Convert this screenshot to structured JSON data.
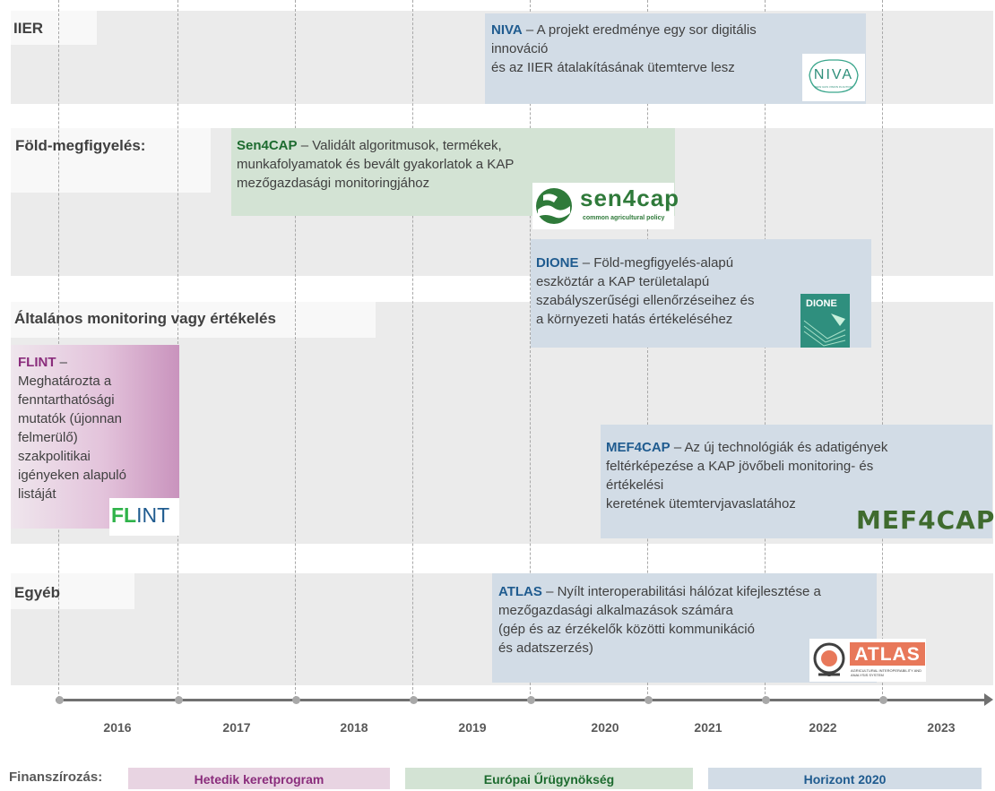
{
  "rows": {
    "iier": "IIER",
    "earth_observation": "Föld-megfigyelés:",
    "general_monitoring": "Általános monitoring vagy értékelés",
    "other": "Egyéb"
  },
  "timeline": {
    "years": [
      "2016",
      "2017",
      "2018",
      "2019",
      "2020",
      "2021",
      "2022",
      "2023"
    ]
  },
  "projects": {
    "niva": {
      "name": "NIVA",
      "lines": [
        "– A projekt eredménye egy sor digitális",
        "innováció",
        "és az IIER átalakításának ütemterve lesz"
      ],
      "logo_text": "NIVA",
      "logo_subtext": "NEW IACS VISION IN ACTION"
    },
    "sen4cap": {
      "name": "Sen4CAP",
      "lines": [
        "– Validált algoritmusok, termékek,",
        "munkafolyamatok és bevált gyakorlatok a KAP",
        "mezőgazdasági monitoringjához"
      ],
      "logo_text": "sen4cap",
      "logo_subtext": "common agricultural policy"
    },
    "dione": {
      "name": "DIONE",
      "lines": [
        "– Föld-megfigyelés-alapú",
        "eszköztár a KAP területalapú",
        "szabályszerűségi ellenőrzéseihez és",
        "a környezeti hatás értékeléséhez"
      ],
      "logo_text": "DIONE"
    },
    "flint": {
      "name": "FLINT",
      "lines": [
        "–",
        "Meghatározta a",
        "fenntarthatósági",
        "mutatók (újonnan",
        "felmerülő)",
        "szakpolitikai",
        "igényeken alapuló",
        "listáját"
      ],
      "logo_text_a": "FL",
      "logo_text_b": "INT"
    },
    "mef4cap": {
      "name": "MEF4CAP",
      "lines": [
        "– Az új technológiák és adatigények",
        "feltérképezése a KAP jövőbeli monitoring- és",
        "értékelési",
        "keretének ütemtervjavaslatához"
      ],
      "logo_text": "MEF4CAP"
    },
    "atlas": {
      "name": "ATLAS",
      "lines": [
        "– Nyílt interoperabilitási hálózat kifejlesztése a",
        "mezőgazdasági alkalmazások számára",
        "(gép és az érzékelők közötti kommunikáció",
        "és adatszerzés)"
      ],
      "logo_text": "ATLAS",
      "logo_subtext": "AGRICULTURAL INTEROPERABILITY AND ANALYSIS SYSTEM"
    }
  },
  "funding": {
    "label": "Finanszírozás:",
    "fp7": "Hetedik keretprogram",
    "esa": "Európai Űrügynökség",
    "h2020": "Horizont 2020"
  },
  "colors": {
    "h2020": "#d2dce6",
    "esa": "#d3e3d4",
    "fp7": "#e3c3db",
    "band": "#ebebeb",
    "axis": "#707070"
  }
}
